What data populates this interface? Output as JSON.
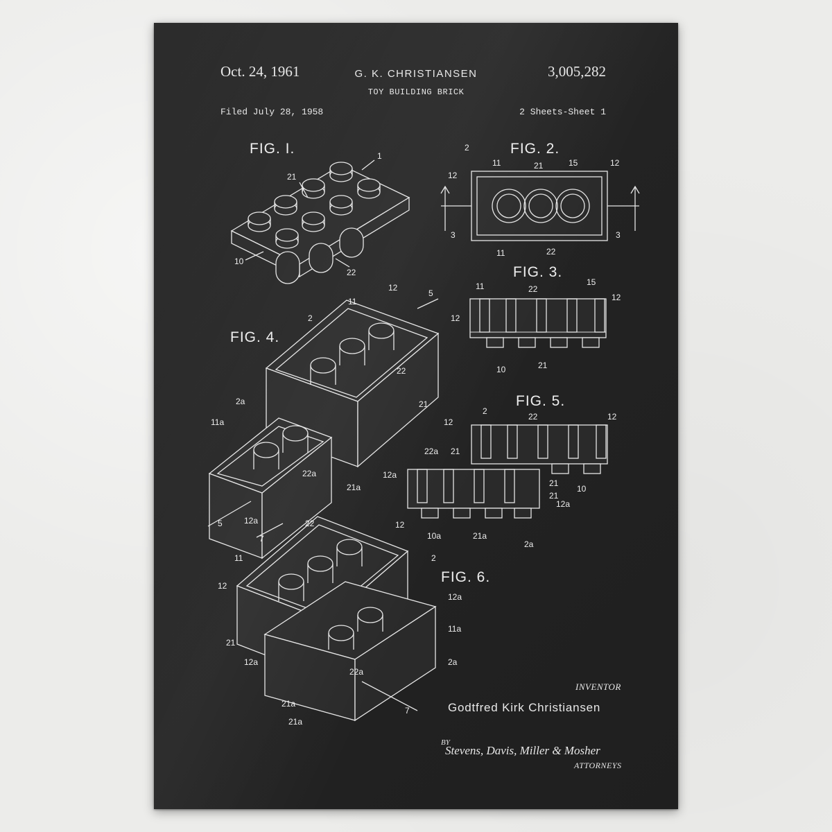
{
  "patent": {
    "date": "Oct. 24, 1961",
    "inventor_header": "G. K. CHRISTIANSEN",
    "number": "3,005,282",
    "title": "TOY BUILDING BRICK",
    "filed": "Filed July 28, 1958",
    "sheets": "2 Sheets-Sheet 1"
  },
  "figures": {
    "fig1": "FIG. I.",
    "fig2": "FIG. 2.",
    "fig3": "FIG. 3.",
    "fig4": "FIG. 4.",
    "fig5": "FIG. 5.",
    "fig6": "FIG. 6."
  },
  "footer": {
    "inventor_label": "INVENTOR",
    "inventor_name": "Godtfred Kirk Christiansen",
    "by": "BY",
    "signature": "Stevens, Davis, Miller & Mosher",
    "attorneys": "ATTORNEYS"
  },
  "colors": {
    "wall": "#ececea",
    "poster": "#252525",
    "ink": "#e8e8e8"
  }
}
